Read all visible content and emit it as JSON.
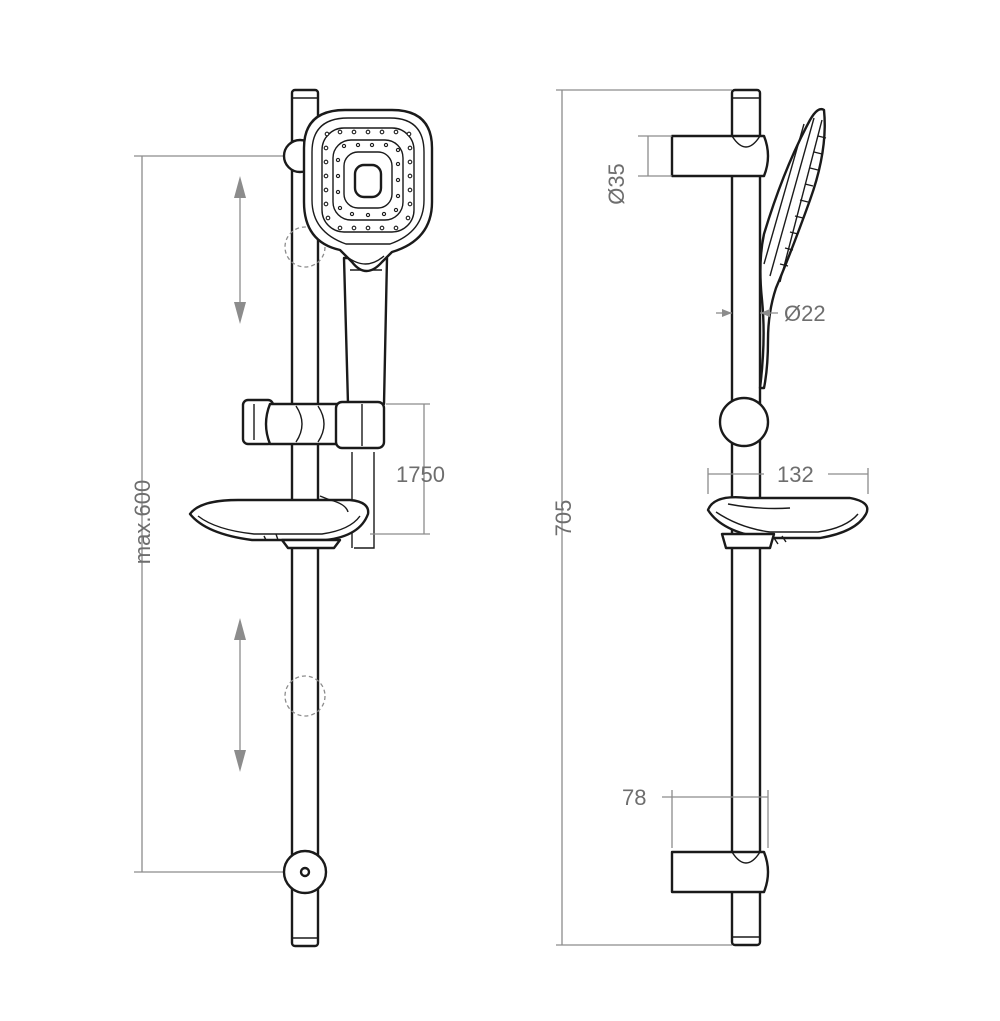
{
  "dimensions": {
    "max_height": "max.600",
    "hose_length": "1750",
    "rail_length": "705",
    "holder_diameter": "Ø35",
    "rail_diameter": "Ø22",
    "soap_dish_width": "132",
    "bracket_depth": "78"
  }
}
